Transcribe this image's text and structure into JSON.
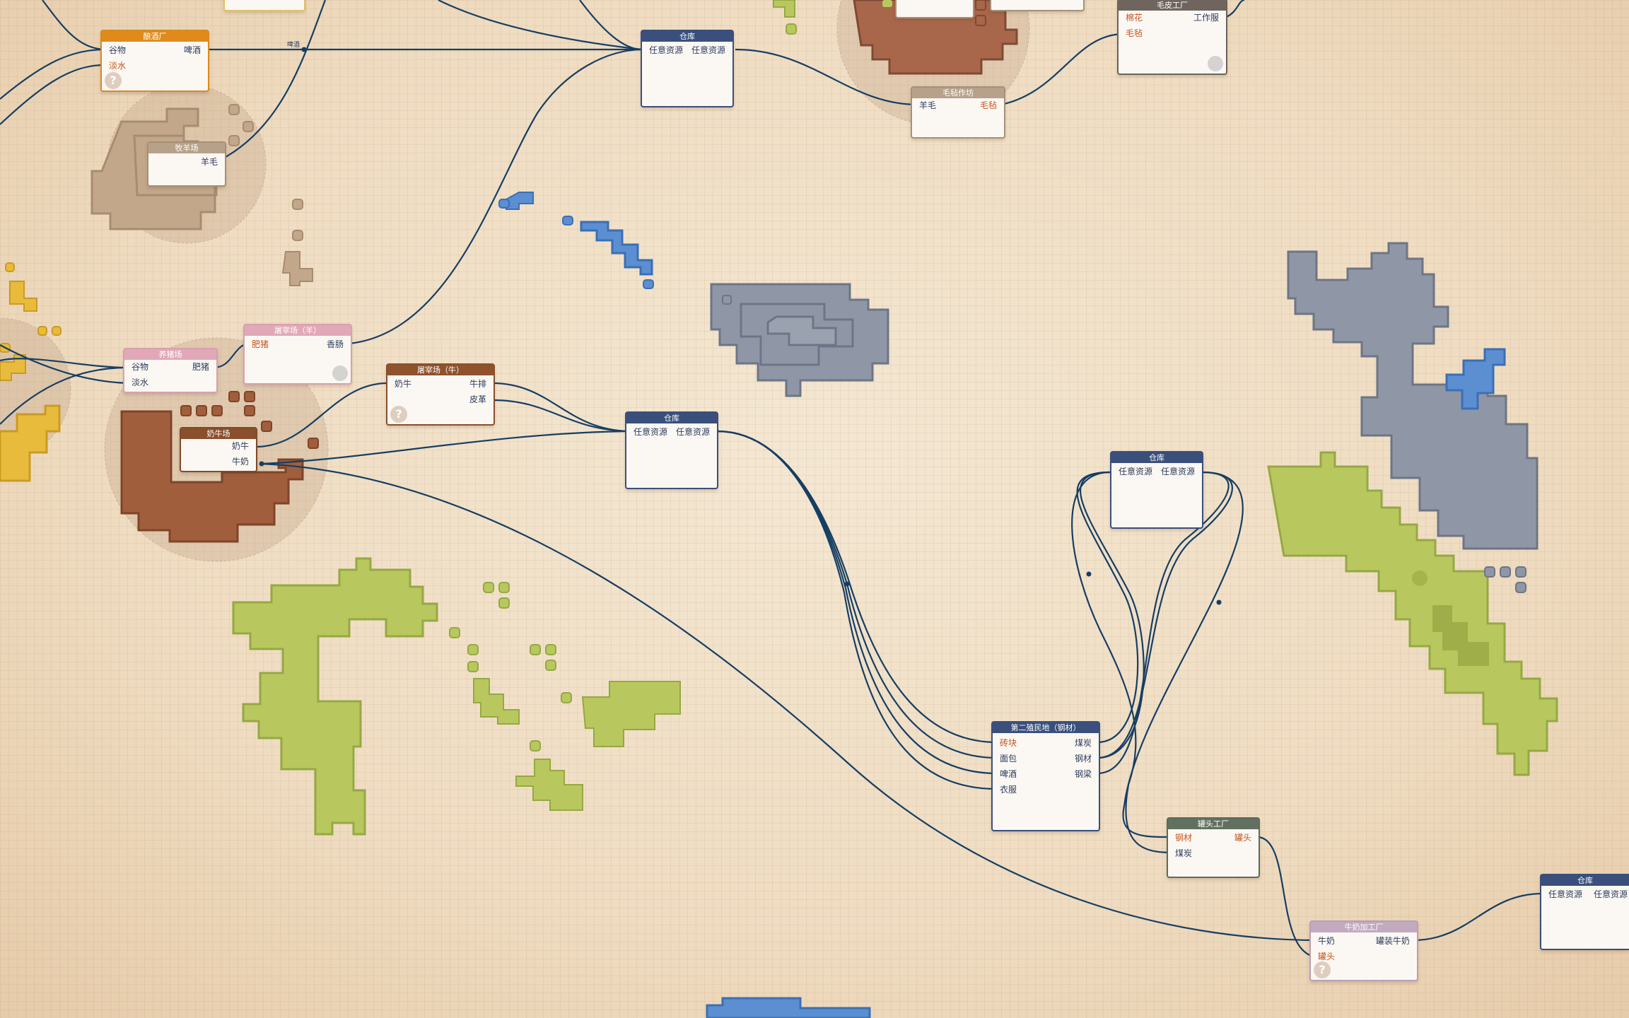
{
  "colors": {
    "connector": "#163e63",
    "warehouse_header": "#3a4f7c",
    "terrain_green": "#b8c85e",
    "terrain_gray": "#8f97a6",
    "water": "#5b8fd2",
    "clay": "#a8664a"
  },
  "nodes": {
    "brewery": {
      "title": "酿酒厂",
      "in1": "谷物",
      "in2": "淡水",
      "out1": "啤酒"
    },
    "sheep_farm": {
      "title": "牧羊场",
      "out1": "羊毛"
    },
    "warehouse_top": {
      "title": "仓库",
      "in1": "任意资源",
      "out1": "任意资源"
    },
    "felt_workshop": {
      "title": "毛毡作坊",
      "in1": "羊毛",
      "out1": "毛毡"
    },
    "fur_factory": {
      "title": "毛皮工厂",
      "in1": "棉花",
      "in2": "毛毡",
      "out1": "工作服"
    },
    "pig_farm": {
      "title": "养猪场",
      "in1": "谷物",
      "in2": "淡水",
      "out1": "肥猪"
    },
    "slaughter_sheep": {
      "title": "屠宰场（羊）",
      "in1": "肥猪",
      "out1": "香肠"
    },
    "slaughter_cow": {
      "title": "屠宰场（牛）",
      "in1": "奶牛",
      "out1": "牛排",
      "out2": "皮革"
    },
    "dairy_farm": {
      "title": "奶牛场",
      "out1": "奶牛",
      "out2": "牛奶"
    },
    "warehouse_mid": {
      "title": "仓库",
      "in1": "任意资源",
      "out1": "任意资源"
    },
    "warehouse_right": {
      "title": "仓库",
      "in1": "任意资源",
      "out1": "任意资源"
    },
    "settlement": {
      "title": "第二殖民地（钢材）",
      "in1": "砖块",
      "in2": "面包",
      "in3": "啤酒",
      "in4": "衣服",
      "out1": "煤炭",
      "out2": "钢材",
      "out3": "钢梁"
    },
    "cannery": {
      "title": "罐头工厂",
      "in1": "钢材",
      "in2": "煤炭",
      "out1": "罐头"
    },
    "dairy_factory": {
      "title": "牛奶加工厂",
      "in1": "牛奶",
      "in2": "罐头",
      "out1": "罐装牛奶"
    },
    "warehouse_br": {
      "title": "仓库",
      "in1": "任意资源",
      "out1": "任意资源"
    }
  },
  "belt_labels": {
    "beer": "啤酒"
  },
  "icons": {
    "unknown": "?",
    "gear": "gear-icon"
  }
}
